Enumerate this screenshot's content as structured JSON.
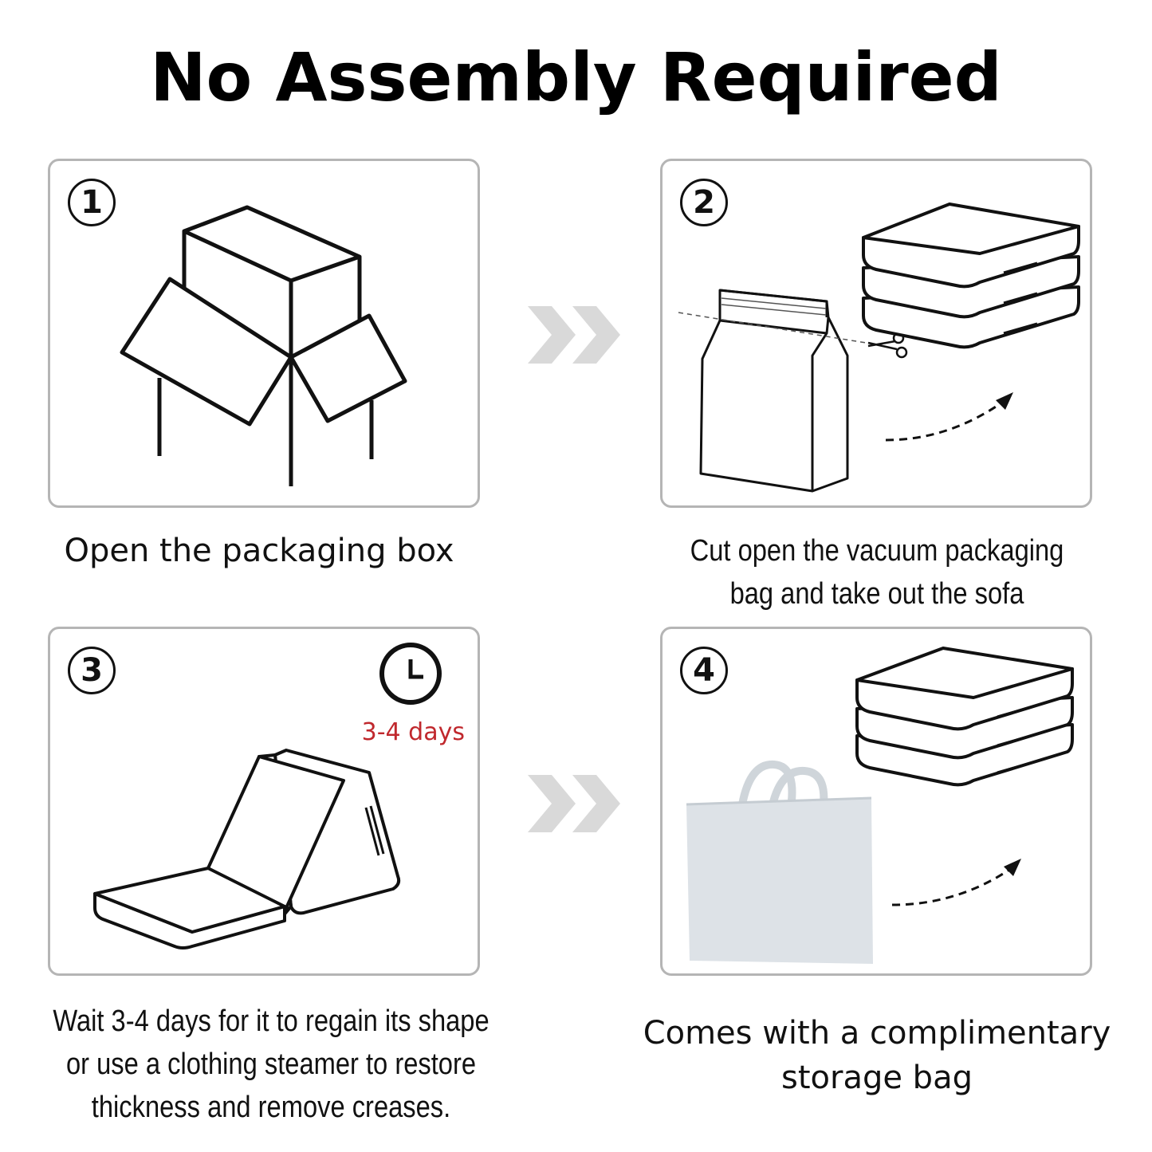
{
  "title": "No Assembly Required",
  "steps": [
    {
      "number": "1",
      "caption": "Open the packaging box"
    },
    {
      "number": "2",
      "caption_lines": [
        "Cut open the vacuum packaging",
        "bag and take out the sofa"
      ]
    },
    {
      "number": "3",
      "badge": "3-4 days",
      "caption_lines": [
        "Wait 3-4 days for it to regain its shape",
        "or use a clothing steamer to restore",
        "thickness and remove creases."
      ]
    },
    {
      "number": "4",
      "caption_lines": [
        "Comes with a complimentary",
        "storage bag"
      ]
    }
  ],
  "icons": [
    "box-icon",
    "vacuum-bag-icon",
    "scissors-icon",
    "stacked-cushions-icon",
    "dashed-arrow-icon",
    "folding-sofa-icon",
    "clock-icon",
    "storage-bag-icon",
    "double-chevron-icon"
  ],
  "colors": {
    "badge": "#c0282d",
    "panel_border": "#b5b5b5",
    "chevron": "#d9d9d9",
    "storage_bag": "#dde2e7"
  }
}
